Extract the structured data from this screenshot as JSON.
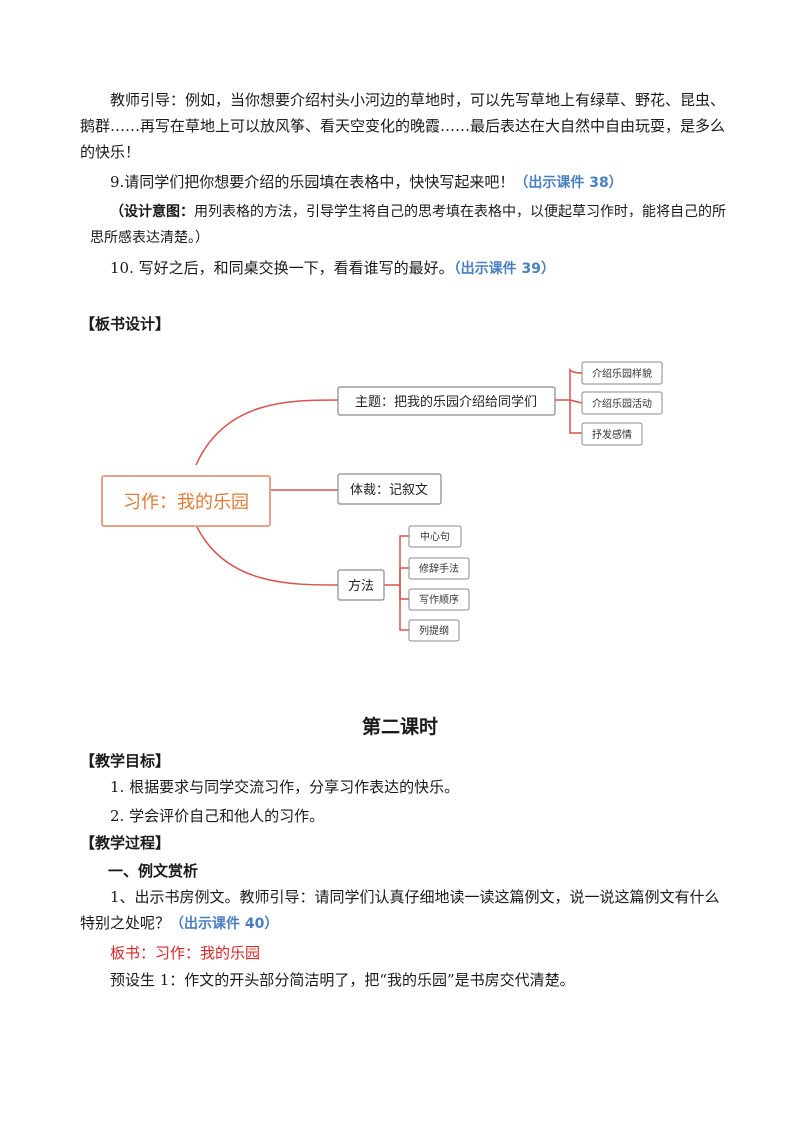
{
  "top": {
    "guide": "教师引导：例如，当你想要介绍村头小河边的草地时，可以先写草地上有绿草、野花、昆虫、鹅群……再写在草地上可以放风筝、看天空变化的晚霞……最后表达在大自然中自由玩耍，是多么的快乐！",
    "item9": "9.请同学们把你想要介绍的乐园填在表格中，快快写起来吧！",
    "item9_ref": "（出示课件 38）",
    "design_label": "（设计意图：",
    "design_text": "用列表格的方法，引导学生将自己的思考填在表格中，以便起草习作时，能将自己的所思所感表达清楚。）",
    "item10": "10. 写好之后，和同桌交换一下，看看谁写的最好。",
    "item10_ref": "（出示课件 39）"
  },
  "board_heading": "【板书设计】",
  "mindmap": {
    "center": "习作：我的乐园",
    "branch_theme": "主题：把我的乐园介绍给同学们",
    "theme_children": [
      "介绍乐园样貌",
      "介绍乐园活动",
      "抒发感情"
    ],
    "branch_genre": "体裁：记叙文",
    "branch_method": "方法",
    "method_children": [
      "中心句",
      "修辞手法",
      "写作顺序",
      "列提纲"
    ],
    "colors": {
      "line": "#d9534f",
      "box_border": "#8a8a8a",
      "center_text": "#e07b39"
    }
  },
  "lesson2": {
    "title": "第二课时",
    "goals_heading": "【教学目标】",
    "goal1": "1. 根据要求与同学交流习作，分享习作表达的快乐。",
    "goal2": "2. 学会评价自己和他人的习作。",
    "process_heading": "【教学过程】",
    "section1": "一、例文赏析",
    "step1": "1、出示书房例文。教师引导：请同学们认真仔细地读一读这篇例文，说一说这篇例文有什么特别之处呢？",
    "step1_ref": "（出示课件 40）",
    "board_note": "板书：习作：我的乐园",
    "preset1": "预设生 1：作文的开头部分简洁明了，把“我的乐园”是书房交代清楚。"
  }
}
